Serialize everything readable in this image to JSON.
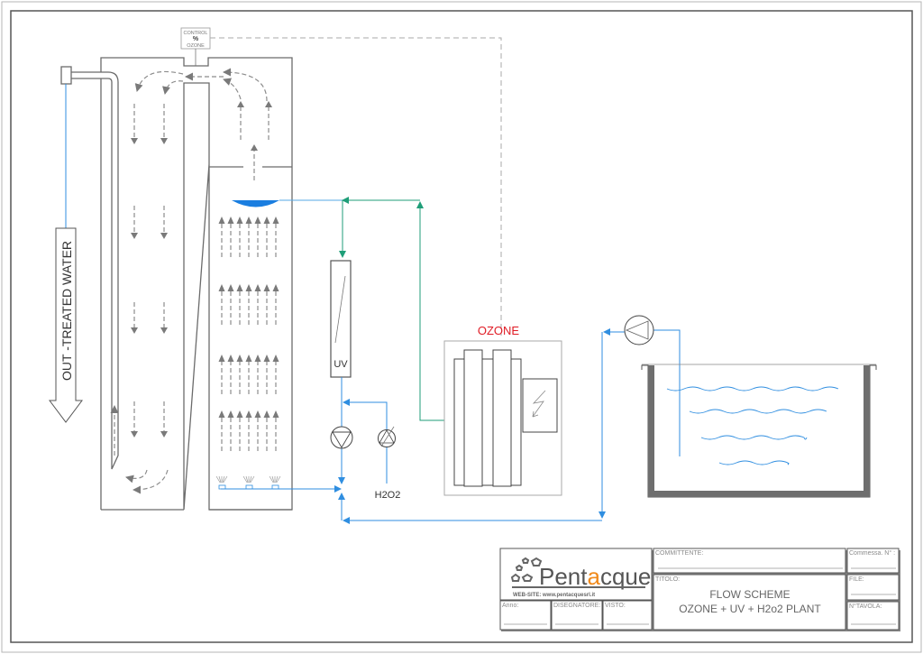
{
  "diagram": {
    "title": "Flow scheme - Ozone + UV + H2O2 plant",
    "control_box": {
      "line1": "CONTROL",
      "line2": "%",
      "line3": "OZONE"
    },
    "outlet_label": "OUT -TREATED WATER",
    "uv_label": "UV",
    "h2o2_label": "H2O2",
    "ozone_label": "OZONE",
    "colors": {
      "water_line": "#2f8ee0",
      "ozone_line": "#1f9e78",
      "ozone_label": "#e01b24",
      "equipment_stroke": "#555555",
      "flow_arrow": "#7a7a7a",
      "tank_wall": "#6e6e6e",
      "logo_accent": "#f08a1c"
    }
  },
  "title_block": {
    "logo_text_prefix": "Pent",
    "logo_text_accent": "a",
    "logo_text_suffix": "cque",
    "website": "WEB-SITE: www.pentacquesrl.it",
    "fields": {
      "committente": "COMMITTENTE:",
      "commessa": "Commessa. N° :",
      "titolo": "TITOLO:",
      "file": "FILE:",
      "anno": "Anno:",
      "disegnatore": "DISEGNATORE:",
      "visto": "VISTO:",
      "tavola": "N°TAVOLA:"
    },
    "drawing_title_line1": "FLOW SCHEME",
    "drawing_title_line2": "OZONE + UV + H2o2 PLANT"
  }
}
